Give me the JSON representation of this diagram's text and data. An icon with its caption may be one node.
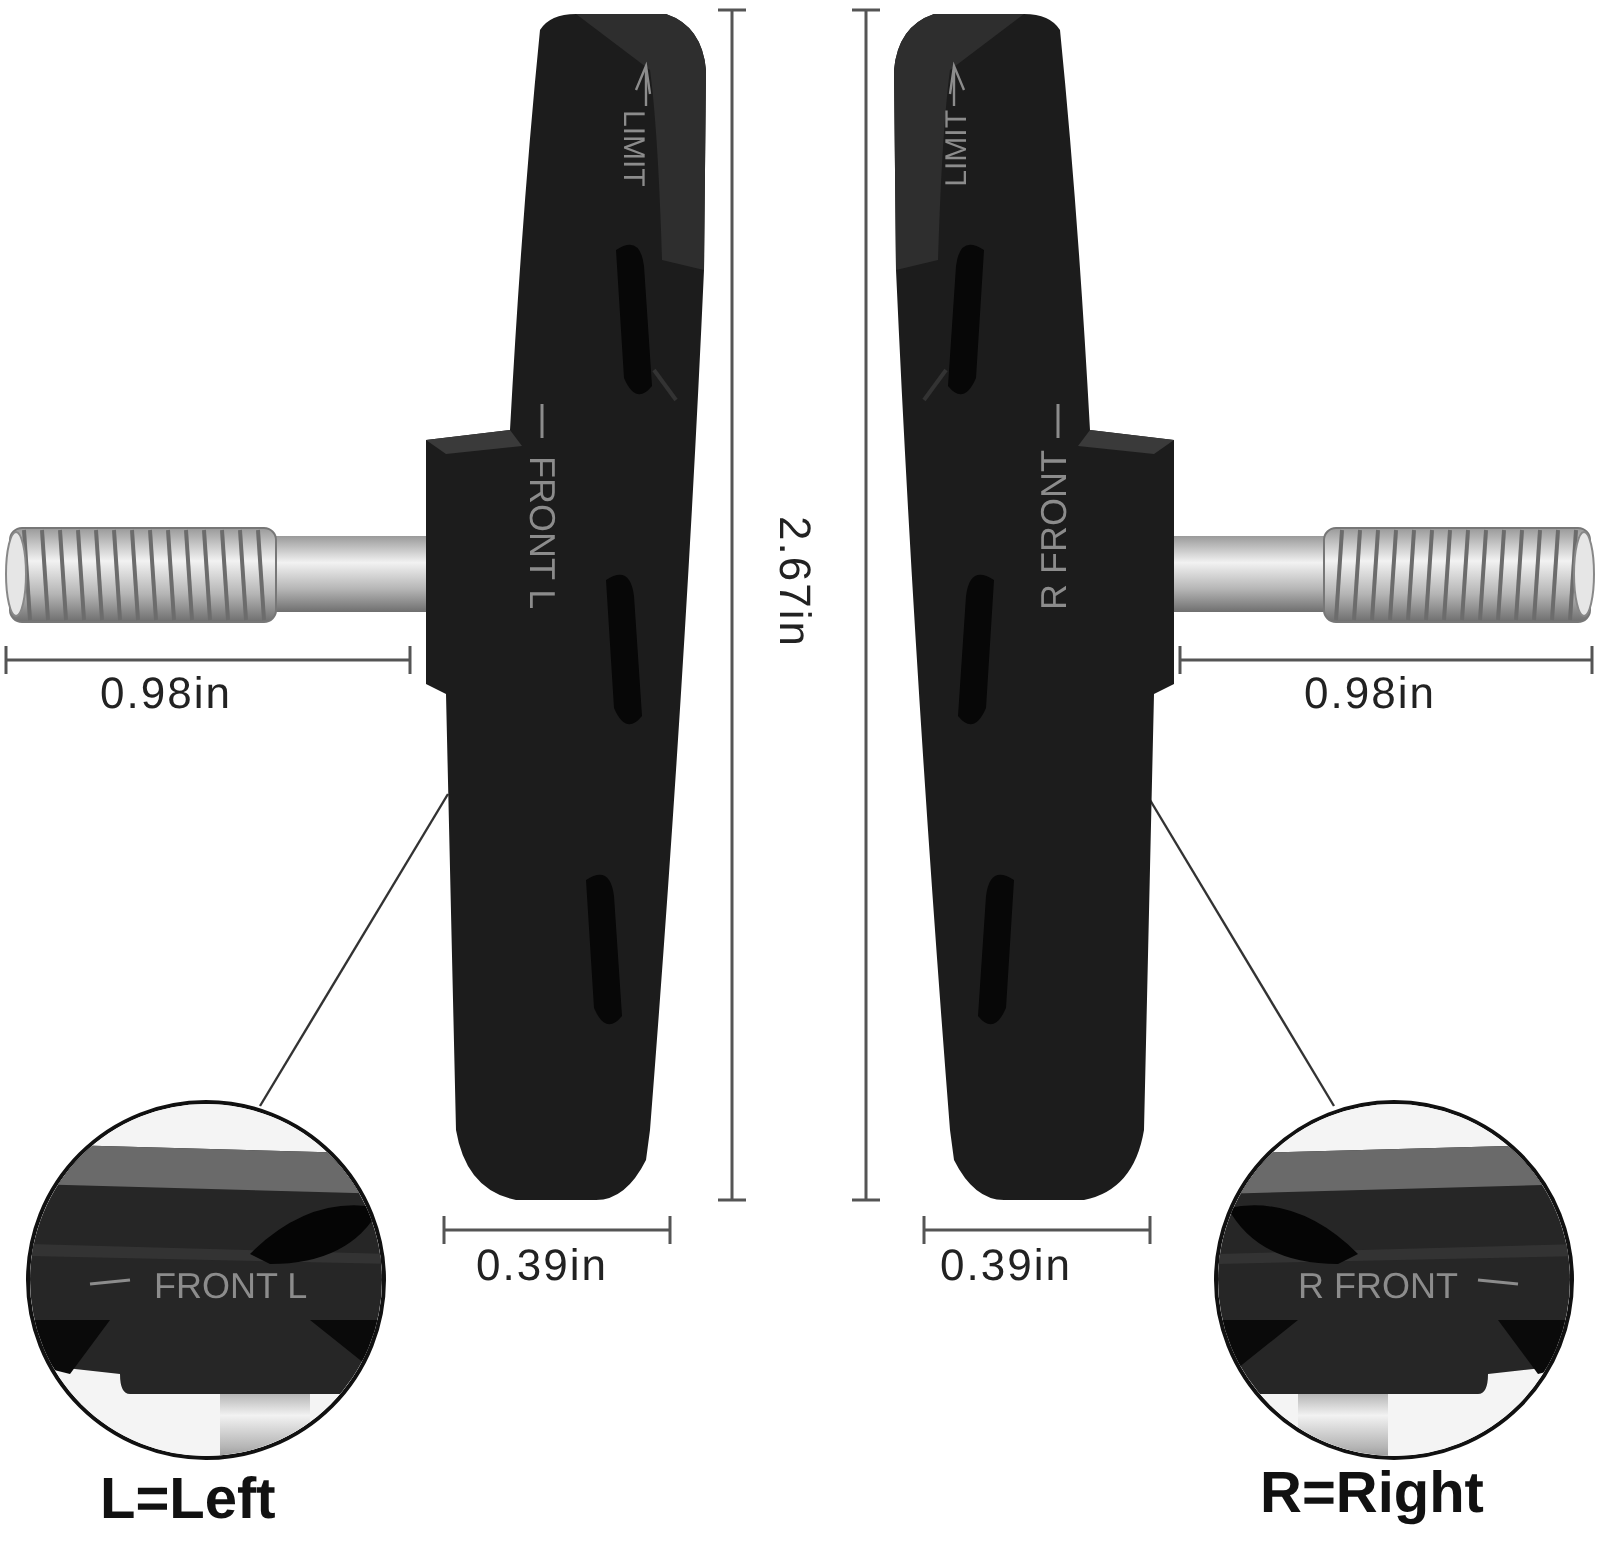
{
  "diagram": {
    "nodes": [
      {
        "text": [
          "LIMIT",
          "FRONT L"
        ]
      },
      {
        "text": [
          "LIMIT",
          "R FRONT"
        ]
      },
      {
        "text": [
          "FRONT L"
        ],
        "beside": [
          "L=Left"
        ]
      },
      {
        "text": [
          "R FRONT"
        ],
        "beside": [
          "R=Right"
        ]
      }
    ],
    "edges": [
      {
        "from": 2,
        "to": 0,
        "arrow": "none"
      },
      {
        "from": 3,
        "to": 1,
        "arrow": "none"
      }
    ],
    "labels": [
      "2.67in",
      "0.98in",
      "0.98in",
      "0.39in",
      "0.39in"
    ]
  }
}
